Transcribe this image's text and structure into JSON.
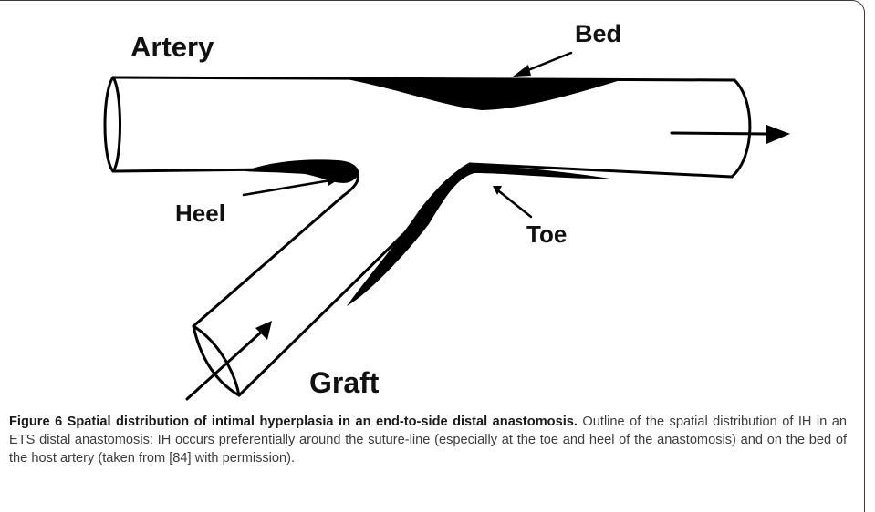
{
  "figure": {
    "labels": {
      "artery": "Artery",
      "bed": "Bed",
      "heel": "Heel",
      "toe": "Toe",
      "graft": "Graft"
    },
    "ink_color": "#000000"
  },
  "caption": {
    "title": "Figure 6 Spatial distribution of intimal hyperplasia in an end-to-side distal anastomosis.",
    "body": "Outline of the spatial distribution of IH in an ETS distal anastomosis: IH occurs preferentially around the suture-line (especially at the toe and heel of the anastomosis) and on the bed of the host artery (taken from [84] with permission)."
  }
}
